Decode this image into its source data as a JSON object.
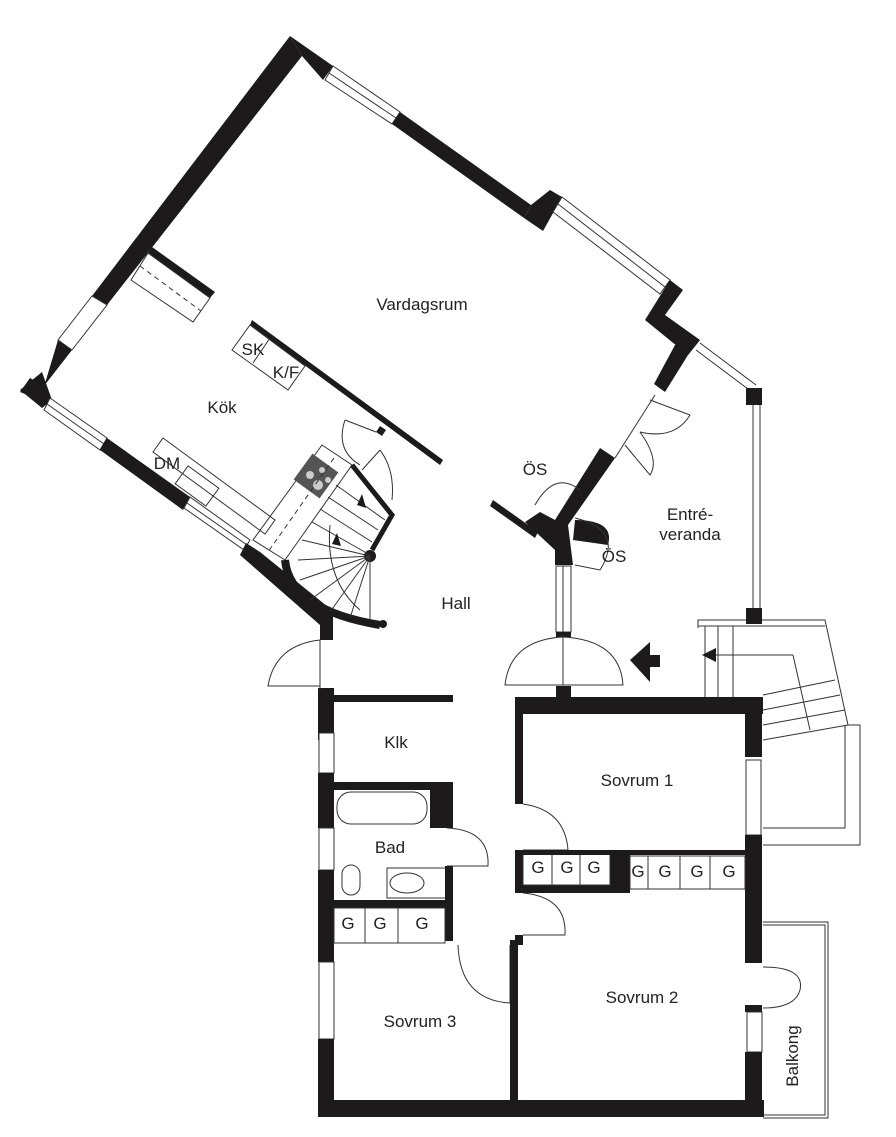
{
  "floorplan": {
    "rooms": {
      "vardagsrum": "Vardagsrum",
      "kok": "Kök",
      "hall": "Hall",
      "entre_line1": "Entré-",
      "entre_line2": "veranda",
      "klk": "Klk",
      "bad": "Bad",
      "sovrum1": "Sovrum 1",
      "sovrum2": "Sovrum 2",
      "sovrum3": "Sovrum 3",
      "balkong": "Balkong"
    },
    "fixtures": {
      "sk": "SK",
      "kf": "K/F",
      "dm": "DM",
      "os_top": "ÖS",
      "os_bottom": "ÖS"
    },
    "wardrobes": {
      "sovrum1_left": [
        "G",
        "G",
        "G"
      ],
      "sovrum1_right": [
        "G",
        "G",
        "G",
        "G"
      ],
      "sovrum3": [
        "G",
        "G",
        "G"
      ]
    },
    "colors": {
      "wall": "#1c1a1b",
      "line": "#333333",
      "background": "#ffffff"
    }
  }
}
